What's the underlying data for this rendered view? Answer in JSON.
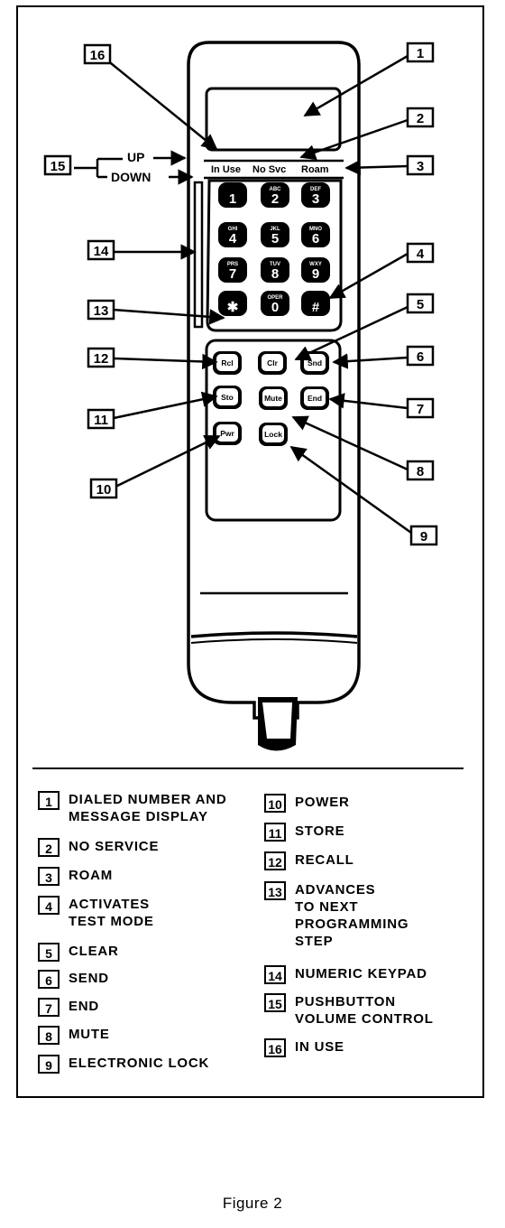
{
  "callouts": [
    "1",
    "2",
    "3",
    "4",
    "5",
    "6",
    "7",
    "8",
    "9",
    "10",
    "11",
    "12",
    "13",
    "14",
    "15",
    "16"
  ],
  "display": {
    "in_use": "In Use",
    "no_svc": "No Svc",
    "roam": "Roam"
  },
  "volume": {
    "up": "UP",
    "down": "DOWN"
  },
  "keypad": [
    {
      "label": "1",
      "letters": ""
    },
    {
      "label": "2",
      "letters": "ABC"
    },
    {
      "label": "3",
      "letters": "DEF"
    },
    {
      "label": "4",
      "letters": "GHI"
    },
    {
      "label": "5",
      "letters": "JKL"
    },
    {
      "label": "6",
      "letters": "MNO"
    },
    {
      "label": "7",
      "letters": "PRS"
    },
    {
      "label": "8",
      "letters": "TUV"
    },
    {
      "label": "9",
      "letters": "WXY"
    },
    {
      "label": "✱",
      "letters": ""
    },
    {
      "label": "0",
      "letters": "OPER"
    },
    {
      "label": "#",
      "letters": ""
    }
  ],
  "function_keys": {
    "rcl": "Rcl",
    "clr": "Clr",
    "snd": "Snd",
    "sto": "Sto",
    "mute": "Mute",
    "end": "End",
    "pwr": "Pwr",
    "lock": "Lock"
  },
  "legend": [
    {
      "num": "1",
      "text": "DIALED NUMBER AND\nMESSAGE DISPLAY"
    },
    {
      "num": "2",
      "text": "NO SERVICE"
    },
    {
      "num": "3",
      "text": "ROAM"
    },
    {
      "num": "4",
      "text": "ACTIVATES\nTEST MODE"
    },
    {
      "num": "5",
      "text": "CLEAR"
    },
    {
      "num": "6",
      "text": "SEND"
    },
    {
      "num": "7",
      "text": "END"
    },
    {
      "num": "8",
      "text": "MUTE"
    },
    {
      "num": "9",
      "text": "ELECTRONIC LOCK"
    },
    {
      "num": "10",
      "text": "POWER"
    },
    {
      "num": "11",
      "text": "STORE"
    },
    {
      "num": "12",
      "text": "RECALL"
    },
    {
      "num": "13",
      "text": "ADVANCES\nTO NEXT\nPROGRAMMING\nSTEP"
    },
    {
      "num": "14",
      "text": "NUMERIC KEYPAD"
    },
    {
      "num": "15",
      "text": "PUSHBUTTON\nVOLUME CONTROL"
    },
    {
      "num": "16",
      "text": "IN USE"
    }
  ],
  "caption": "Figure 2"
}
